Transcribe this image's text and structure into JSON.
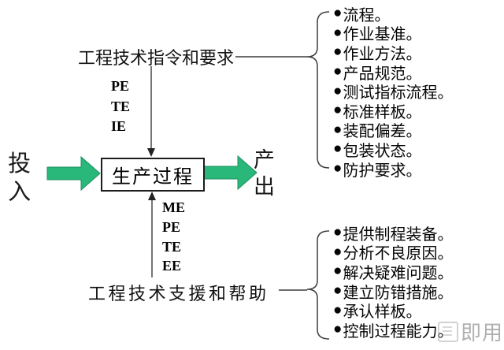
{
  "diagram": {
    "input": "投入",
    "output": "产出",
    "process": "生产过程",
    "bullet": "●",
    "top": {
      "label": "工程技术指令和要求",
      "roles": [
        "PE",
        "TE",
        "IE"
      ],
      "items": [
        "流程。",
        "作业基准。",
        "作业方法。",
        "产品规范。",
        "测试指标流程。",
        "标准样板。",
        "装配偏差。",
        "包装状态。",
        "防护要求。"
      ]
    },
    "bottom": {
      "label": "工程技术支援和帮助",
      "roles": [
        "ME",
        "PE",
        "TE",
        "EE"
      ],
      "items": [
        "提供制程装备。",
        "分析不良原因。",
        "解决疑难问题。",
        "建立防错措施。",
        "承认样板。",
        "控制过程能力。"
      ]
    },
    "watermark": "即用",
    "colors": {
      "arrow_green": "#2ab87a",
      "arrow_green_edge": "#1f8f5f",
      "line": "#3c3c3c",
      "text": "#000000",
      "watermark": "#a0a0a0"
    }
  }
}
